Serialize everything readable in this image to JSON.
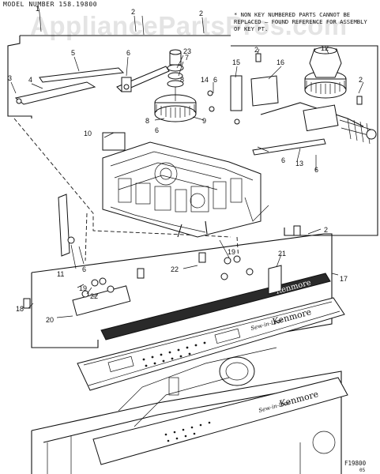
{
  "header": {
    "model_line": "MODEL NUMBER 158.19800",
    "watermark": "AppliancePartsPros.com"
  },
  "note": "* NON KEY NUMBERED PARTS CANNOT BE REPLACED — FOUND REFERENCE FOR ASSEMBLY OF KEY PT.",
  "callouts": [
    "1",
    "2",
    "2",
    "2",
    "2",
    "2",
    "3",
    "4",
    "5",
    "6",
    "6",
    "6",
    "6",
    "6",
    "6",
    "7",
    "8",
    "8",
    "9",
    "10",
    "11",
    "12",
    "13",
    "14",
    "15",
    "16",
    "17",
    "18",
    "19",
    "19",
    "20",
    "21",
    "22",
    "22",
    "23"
  ],
  "panel": {
    "brand": "Kenmore",
    "script": "Sew-in-Line"
  },
  "footer": {
    "code": "F19800",
    "page": "05"
  }
}
